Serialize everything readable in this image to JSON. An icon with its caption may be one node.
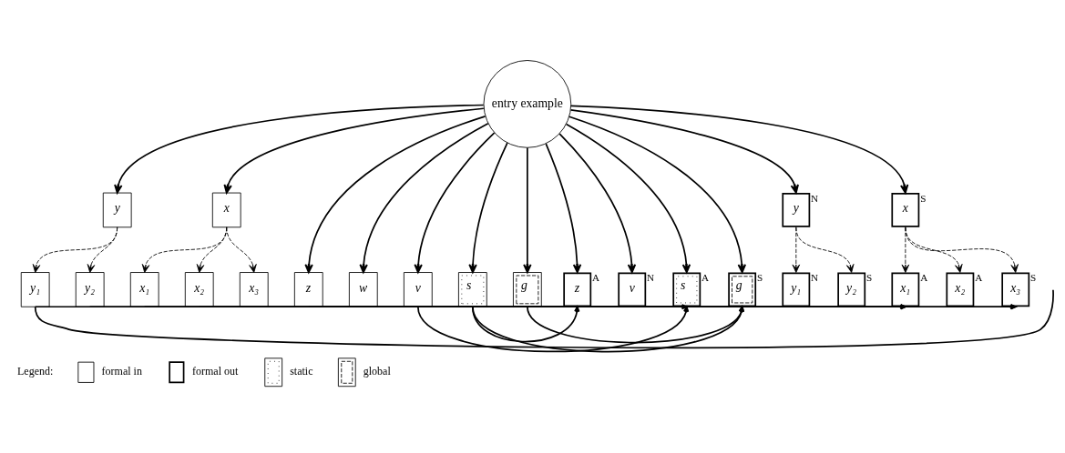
{
  "diagram": {
    "nodes": [
      {
        "text": [
          "entry example"
        ]
      },
      {
        "text": [
          "y"
        ]
      },
      {
        "text": [
          "x"
        ]
      },
      {
        "text": [
          "y"
        ],
        "beside": [
          "N"
        ]
      },
      {
        "text": [
          "x"
        ],
        "beside": [
          "S"
        ]
      },
      {
        "text": [
          "y₁"
        ]
      },
      {
        "text": [
          "y₂"
        ]
      },
      {
        "text": [
          "x₁"
        ]
      },
      {
        "text": [
          "x₂"
        ]
      },
      {
        "text": [
          "x₃"
        ]
      },
      {
        "text": [
          "z"
        ]
      },
      {
        "text": [
          "w"
        ]
      },
      {
        "text": [
          "v"
        ]
      },
      {
        "text": [
          "s"
        ]
      },
      {
        "text": [
          "g"
        ]
      },
      {
        "text": [
          "z"
        ],
        "beside": [
          "A"
        ]
      },
      {
        "text": [
          "v"
        ],
        "beside": [
          "N"
        ]
      },
      {
        "text": [
          "s"
        ],
        "beside": [
          "A"
        ]
      },
      {
        "text": [
          "g"
        ],
        "beside": [
          "S"
        ]
      },
      {
        "text": [
          "y₁"
        ],
        "beside": [
          "N"
        ]
      },
      {
        "text": [
          "y₂"
        ],
        "beside": [
          "S"
        ]
      },
      {
        "text": [
          "x₁"
        ],
        "beside": [
          "A"
        ]
      },
      {
        "text": [
          "x₂"
        ],
        "beside": [
          "A"
        ]
      },
      {
        "text": [
          "x₃"
        ],
        "beside": [
          "S"
        ]
      }
    ],
    "edges": [
      {
        "from": 0,
        "to": 1,
        "arrow": "to"
      },
      {
        "from": 0,
        "to": 2,
        "arrow": "to"
      },
      {
        "from": 0,
        "to": 10,
        "arrow": "to"
      },
      {
        "from": 0,
        "to": 11,
        "arrow": "to"
      },
      {
        "from": 0,
        "to": 12,
        "arrow": "to"
      },
      {
        "from": 0,
        "to": 13,
        "arrow": "to"
      },
      {
        "from": 0,
        "to": 14,
        "arrow": "to"
      },
      {
        "from": 0,
        "to": 15,
        "arrow": "to"
      },
      {
        "from": 0,
        "to": 16,
        "arrow": "to"
      },
      {
        "from": 0,
        "to": 17,
        "arrow": "to"
      },
      {
        "from": 0,
        "to": 18,
        "arrow": "to"
      },
      {
        "from": 0,
        "to": 3,
        "arrow": "to"
      },
      {
        "from": 0,
        "to": 4,
        "arrow": "to"
      },
      {
        "from": 1,
        "to": 5,
        "arrow": "to",
        "style": "dashed"
      },
      {
        "from": 1,
        "to": 6,
        "arrow": "to",
        "style": "dashed"
      },
      {
        "from": 2,
        "to": 7,
        "arrow": "to",
        "style": "dashed"
      },
      {
        "from": 2,
        "to": 8,
        "arrow": "to",
        "style": "dashed"
      },
      {
        "from": 2,
        "to": 9,
        "arrow": "to",
        "style": "dashed"
      },
      {
        "from": 3,
        "to": 19,
        "arrow": "to",
        "style": "dashed"
      },
      {
        "from": 3,
        "to": 20,
        "arrow": "to",
        "style": "dashed"
      },
      {
        "from": 4,
        "to": 21,
        "arrow": "to",
        "style": "dashed"
      },
      {
        "from": 4,
        "to": 22,
        "arrow": "to",
        "style": "dashed"
      },
      {
        "from": 4,
        "to": 23,
        "arrow": "to",
        "style": "dashed"
      },
      {
        "from": 13,
        "to": 15,
        "arrow": "to"
      },
      {
        "from": 12,
        "to": 17,
        "arrow": "to"
      },
      {
        "from": 10,
        "to": 17,
        "arrow": "to"
      },
      {
        "from": 14,
        "to": 18,
        "arrow": "to"
      },
      {
        "from": 13,
        "to": 18,
        "arrow": "to"
      },
      {
        "from": 7,
        "to": 21,
        "arrow": "to"
      },
      {
        "from": 5,
        "to": 21,
        "arrow": "to"
      },
      {
        "from": 8,
        "to": 23,
        "arrow": "to"
      },
      {
        "from": 6,
        "to": 23,
        "arrow": "to"
      },
      {
        "from": 5,
        "to": null,
        "arrow": "none"
      }
    ],
    "labels": [
      "Legend:"
    ],
    "legend": [
      {
        "text": "formal in"
      },
      {
        "text": "formal out"
      },
      {
        "text": "static"
      },
      {
        "text": "global"
      }
    ]
  }
}
